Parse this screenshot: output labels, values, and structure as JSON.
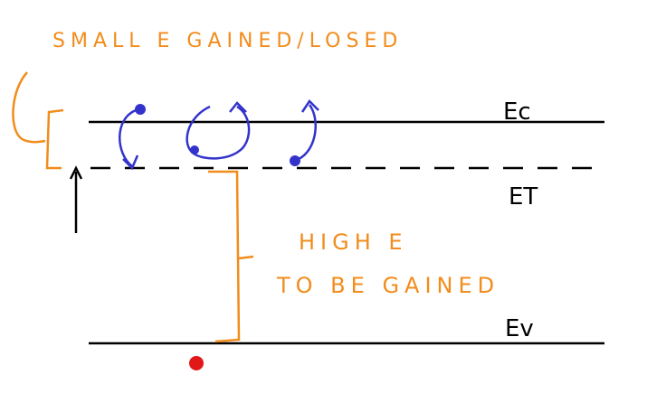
{
  "colors": {
    "ink": "#000000",
    "orange": "#f28c1c",
    "blue": "#3333cc",
    "red": "#e01818",
    "background": "#ffffff"
  },
  "labels": {
    "small_energy": "SMALL E GAINED/LOSED",
    "conduction_band": "Ec",
    "trap_level": "ET",
    "valence_band": "Ev",
    "high_energy_line1": "HIGH E",
    "high_energy_line2": "TO BE GAINED"
  }
}
